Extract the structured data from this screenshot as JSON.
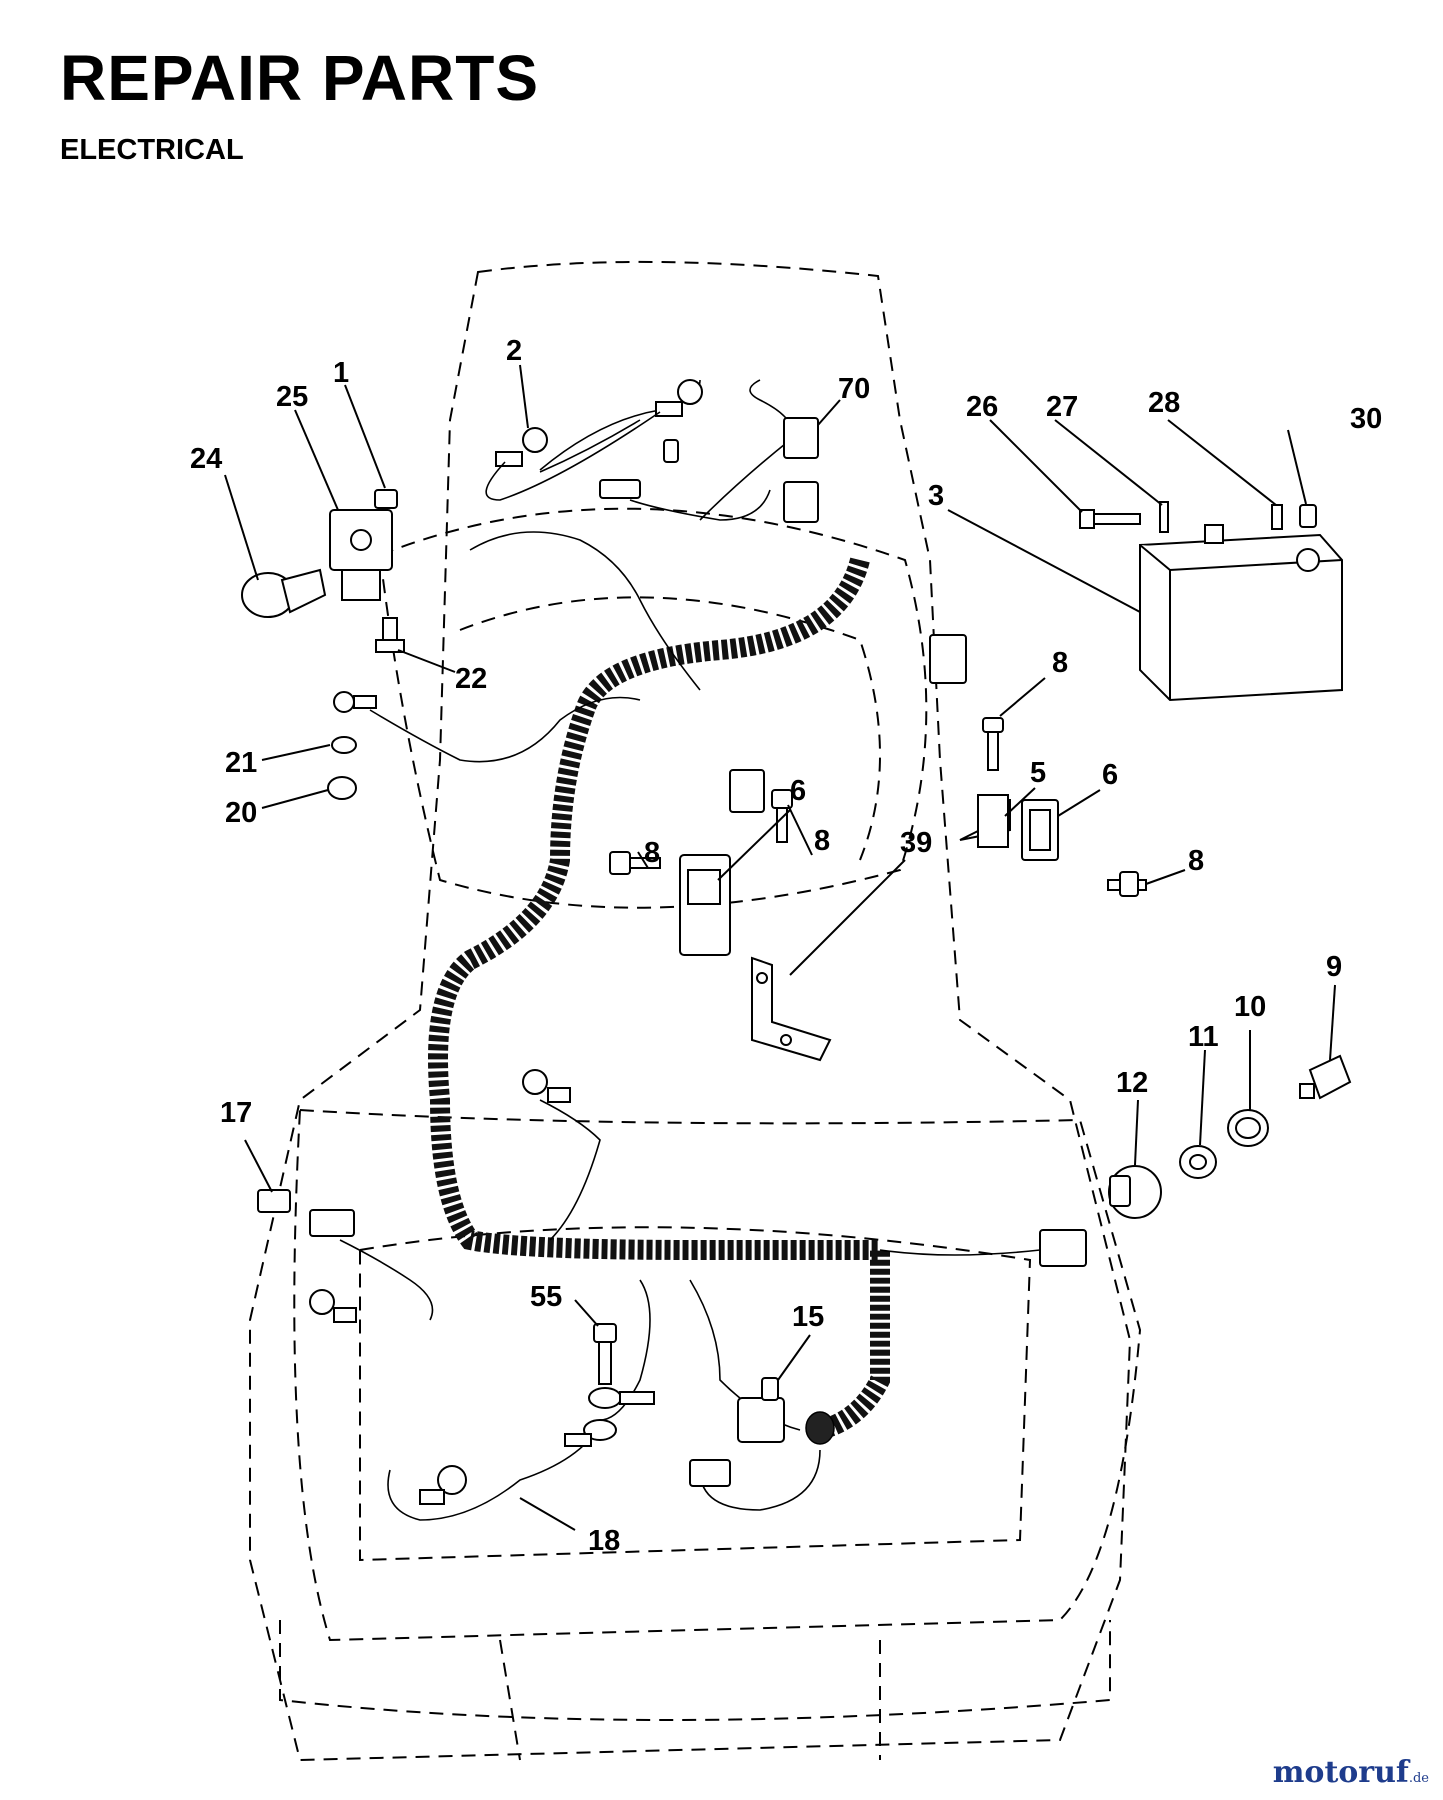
{
  "header": {
    "title": "REPAIR PARTS",
    "subtitle": "ELECTRICAL"
  },
  "callouts": {
    "c1": "1",
    "c2": "2",
    "c3": "3",
    "c5": "5",
    "c6a": "6",
    "c6b": "6",
    "c8a": "8",
    "c8b": "8",
    "c8c": "8",
    "c8d": "8",
    "c9": "9",
    "c10": "10",
    "c11": "11",
    "c12": "12",
    "c15": "15",
    "c17": "17",
    "c18": "18",
    "c20": "20",
    "c21": "21",
    "c22": "22",
    "c24": "24",
    "c25": "25",
    "c26": "26",
    "c27": "27",
    "c28": "28",
    "c30": "30",
    "c39": "39",
    "c55": "55",
    "c70": "70"
  },
  "watermark": {
    "brand": "motoruf",
    "tld": ".de"
  }
}
